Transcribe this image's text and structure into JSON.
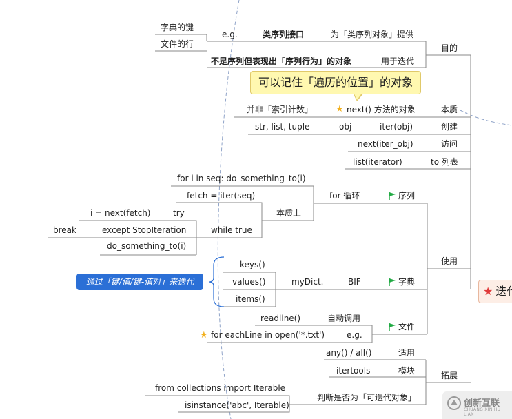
{
  "root": {
    "label": "迭代"
  },
  "branches": {
    "purpose": {
      "label": "目的",
      "eg": "e.g.",
      "seq_interface": "类序列接口",
      "provide_for": "为「类序列对象」提供",
      "dict_key": "字典的键",
      "file_line": "文件的行",
      "non_seq": "不是序列但表现出「序列行为」的对象",
      "used_for_iter": "用于迭代"
    },
    "essence": {
      "label": "本质",
      "callout": "可以记住「遍历的位置」的对象",
      "not_index": "并非「索引计数」",
      "next_method": "next() 方法的对象"
    },
    "create": {
      "label": "创建",
      "types": "str, list, tuple",
      "obj": "obj",
      "iter_obj": "iter(obj)"
    },
    "access": {
      "label": "访问",
      "next_iter_obj": "next(iter_obj)"
    },
    "to_list": {
      "label": "to 列表",
      "list_iterator": "list(iterator)"
    },
    "use": {
      "label": "使用",
      "sequence": {
        "label": "序列",
        "for_loop": "for 循环",
        "for_seq": "for i in seq: do_something_to(i)",
        "essence": "本质上",
        "fetch": "fetch = iter(seq)",
        "while_true": "while true",
        "try": "try",
        "i_next": "i = next(fetch)",
        "except": "except StopIteration",
        "break": "break",
        "do_something": "do_something_to(i)"
      },
      "dict": {
        "label": "字典",
        "bif": "BIF",
        "mydict": "myDict.",
        "keys": "keys()",
        "values": "values()",
        "items": "items()",
        "note": "通过「键/值/键-值对」来迭代"
      },
      "file": {
        "label": "文件",
        "auto_call": "自动调用",
        "readline": "readline()",
        "eg": "e.g.",
        "for_each": "for eachLine in open('*.txt')"
      }
    },
    "extend": {
      "label": "拓展",
      "apply": "适用",
      "any_all": "any() / all()",
      "module": "模块",
      "itertools": "itertools",
      "judge": "判断是否为「可迭代对象」",
      "import": "from collections import Iterable",
      "isinstance": "isinstance('abc', Iterable)"
    }
  },
  "watermark": {
    "cn": "创新互联",
    "en": "CHUANG XIN HU LIAN"
  },
  "colors": {
    "line": "#8a8a8a",
    "flag": "#22aa44",
    "star_gold": "#f2b01e",
    "star_red": "#e03a3a",
    "blue_box": "#2b6fd6",
    "dashed_curve": "#8fa3c8"
  }
}
